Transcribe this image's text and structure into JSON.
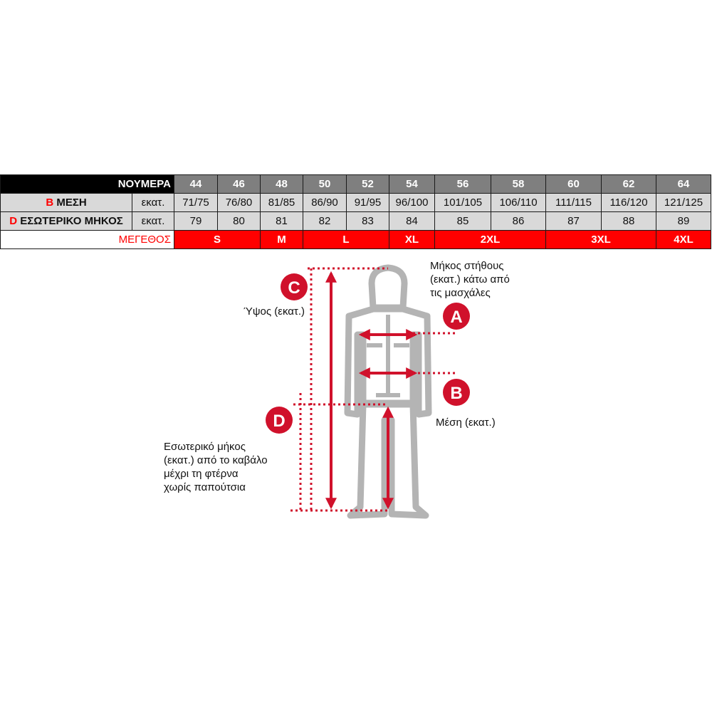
{
  "table": {
    "header": {
      "label": "ΝΟΥΜΕΡΑ",
      "numbers": [
        "44",
        "46",
        "48",
        "50",
        "52",
        "54",
        "56",
        "58",
        "60",
        "62",
        "64"
      ]
    },
    "waist": {
      "letter": "B",
      "label": "ΜΕΣΗ",
      "unit": "εκατ.",
      "values": [
        "71/75",
        "76/80",
        "81/85",
        "86/90",
        "91/95",
        "96/100",
        "101/105",
        "106/110",
        "111/115",
        "116/120",
        "121/125"
      ]
    },
    "inseam": {
      "letter": "D",
      "label": "ΕΣΩΤΕΡΙΚΟ ΜΗΚΟΣ",
      "unit": "εκατ.",
      "values": [
        "79",
        "80",
        "81",
        "82",
        "83",
        "84",
        "85",
        "86",
        "87",
        "88",
        "89"
      ]
    },
    "sizes": {
      "label": "ΜΕΓΕΘΟΣ",
      "items": [
        {
          "label": "S",
          "span": 2
        },
        {
          "label": "M",
          "span": 1
        },
        {
          "label": "L",
          "span": 2
        },
        {
          "label": "XL",
          "span": 1
        },
        {
          "label": "2XL",
          "span": 2
        },
        {
          "label": "3XL",
          "span": 2
        },
        {
          "label": "4XL",
          "span": 1
        }
      ]
    }
  },
  "diagram": {
    "badges": {
      "a": "A",
      "b": "B",
      "c": "C",
      "d": "D"
    },
    "labels": {
      "chest": [
        "Μήκος στήθους",
        "(εκατ.) κάτω από",
        "τις μασχάλες"
      ],
      "height": "Ύψος (εκατ.)",
      "waist": "Μέση (εκατ.)",
      "inseam": [
        "Εσωτερικό μήκος",
        "(εκατ.) από το καβάλο",
        "μέχρι τη φτέρνα",
        "χωρίς παπούτσια"
      ]
    },
    "colors": {
      "accent": "#d0112b",
      "figure": "#b4b4b4",
      "figure_fill": "#ffffff"
    },
    "icons": [
      "person-silhouette-icon",
      "measure-arrow-icon"
    ]
  }
}
